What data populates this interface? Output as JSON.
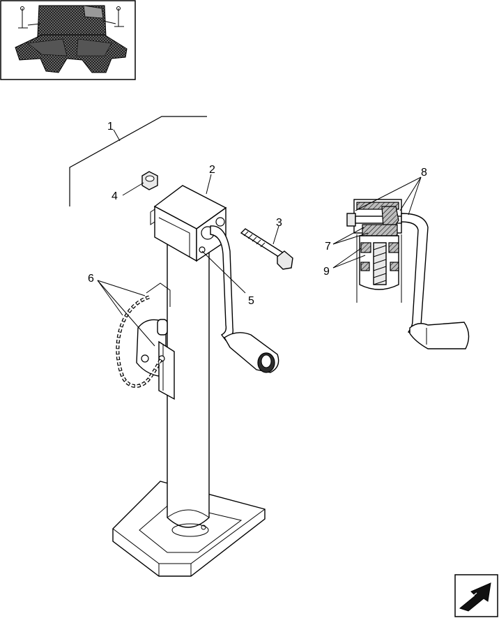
{
  "thumbnail": {
    "icon": "combine-header-icon"
  },
  "callouts": [
    {
      "id": "c1",
      "label": "1"
    },
    {
      "id": "c2",
      "label": "2"
    },
    {
      "id": "c3",
      "label": "3"
    },
    {
      "id": "c4",
      "label": "4"
    },
    {
      "id": "c5",
      "label": "5"
    },
    {
      "id": "c6",
      "label": "6"
    },
    {
      "id": "c7",
      "label": "7"
    },
    {
      "id": "c8",
      "label": "8"
    },
    {
      "id": "c9",
      "label": "9"
    }
  ],
  "nav": {
    "icon": "next-page-arrow-icon"
  }
}
